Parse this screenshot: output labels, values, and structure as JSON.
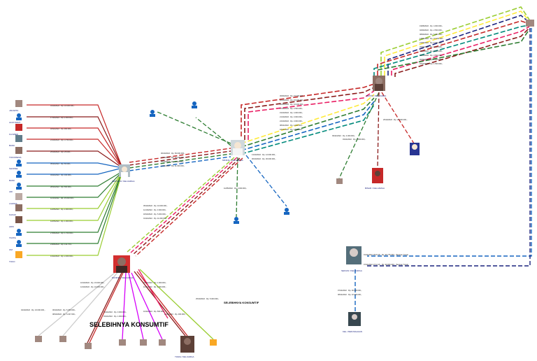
{
  "annotations": {
    "main": "SELEBIHNYA KONSUMTIF",
    "small": "SELEBIHNYA KONSUMTIF"
  },
  "colors": {
    "background": "#ffffff",
    "node_label": "#1a237e",
    "edge_colors": [
      "#c62828",
      "#8b1a1a",
      "#1565c0",
      "#2e7d32",
      "#f9a825",
      "#e91e63",
      "#00897b",
      "#9acd32",
      "#cccccc",
      "#d500f9",
      "#ffeb3b",
      "#1a237e"
    ]
  },
  "nodes": {
    "left_hub": "SEPTIANI / KELUARGA",
    "center_hub": "MINING / KELUARGA",
    "right_hub": "BATAS / KELUARGA",
    "bottom_hub": "NUNING / KELUARGA",
    "person_right_bottom": "BINAR / KELUARGA",
    "person_bottom_right": "TIARA / KELUARGA",
    "person_lower_right": "KEL. PERUSAHAAN",
    "bottom_right_small": "SEKIAN / KELUARGA"
  }
}
